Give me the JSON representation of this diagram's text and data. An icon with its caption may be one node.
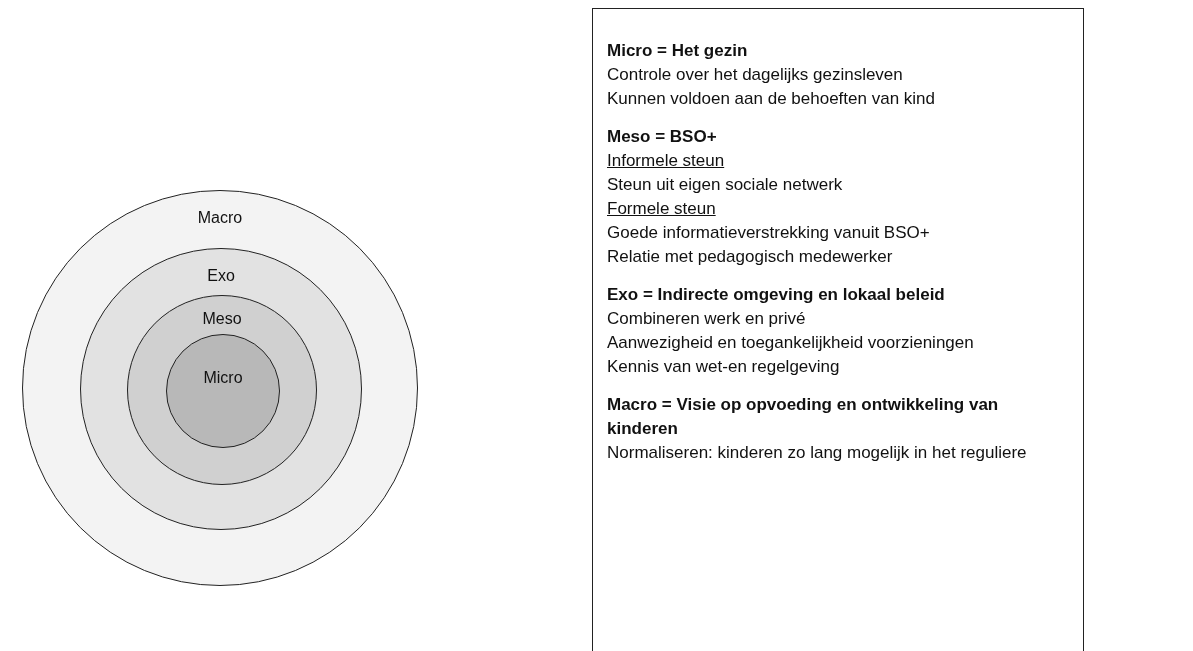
{
  "diagram": {
    "nodes": [
      {
        "text": [
          "Macro"
        ]
      },
      {
        "text": [
          "Exo"
        ],
        "in": 0
      },
      {
        "text": [
          "Meso"
        ],
        "in": 1
      },
      {
        "text": [
          "Micro"
        ],
        "in": 2
      },
      {
        "text": [
          "Micro = Het gezin",
          "Controle over het dagelijks gezinsleven",
          "Kunnen voldoen aan de behoeften van kind",
          "Meso = BSO+",
          "Informele steun",
          "Steun uit eigen sociale netwerk",
          "Formele steun",
          "Goede informatieverstrekking vanuit BSO+",
          "Relatie met pedagogisch medewerker",
          "Exo = Indirecte omgeving en lokaal beleid",
          "Combineren werk en privé",
          "Aanwezigheid en toegankelijkheid voorzieningen",
          "Kennis van wet-en regelgeving",
          "Macro = Visie op opvoeding en ontwikkeling van kinderen",
          "Normaliseren: kinderen zo lang mogelijk in het reguliere"
        ]
      }
    ]
  }
}
